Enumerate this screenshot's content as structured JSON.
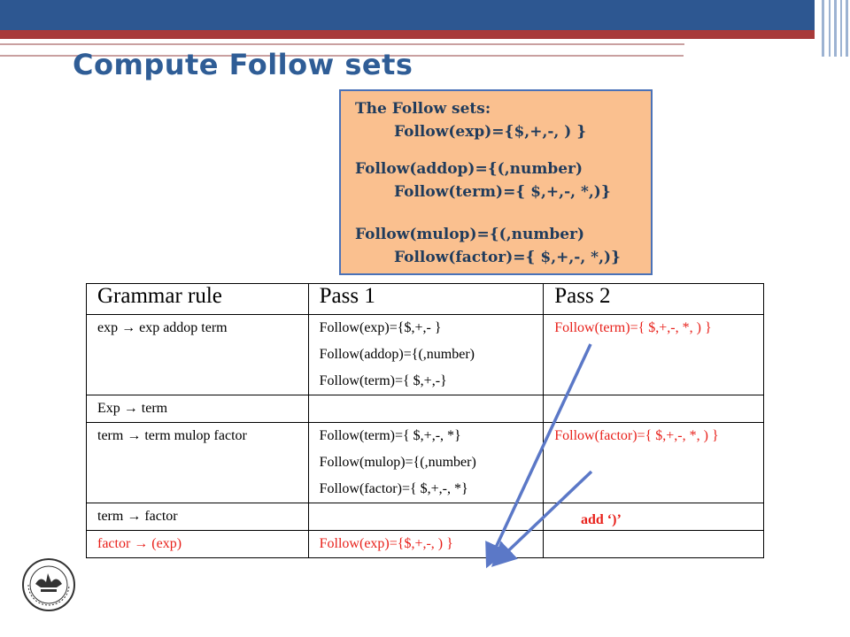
{
  "slide": {
    "title": "Compute Follow sets",
    "follow_box": {
      "heading": "The Follow sets:",
      "lines": [
        "Follow(exp)={$,+,-,  ) }",
        "Follow(addop)={(,number)",
        "Follow(term)={  $,+,-, *,)}",
        "Follow(mulop)={(,number)",
        "Follow(factor)={  $,+,-, *,)}"
      ]
    },
    "table": {
      "headers": [
        "Grammar rule",
        "Pass 1",
        "Pass 2"
      ],
      "rows": [
        {
          "rule": "exp  →   exp addop term",
          "pass1": [
            "Follow(exp)={$,+,- }",
            "Follow(addop)={(,number)",
            "Follow(term)={ $,+,-}"
          ],
          "pass2": [
            "Follow(term)={ $,+,-, *, ) }"
          ]
        },
        {
          "rule": "Exp  →   term",
          "pass1": [],
          "pass2": []
        },
        {
          "rule": "term  →   term mulop factor",
          "pass1": [
            "Follow(term)={ $,+,-, *}",
            "Follow(mulop)={(,number)",
            "Follow(factor)={ $,+,-, *}"
          ],
          "pass2": [
            "Follow(factor)={ $,+,-, *,  ) }"
          ]
        },
        {
          "rule": "term  → factor",
          "pass1": [],
          "pass2": []
        },
        {
          "rule": "factor  → (exp)",
          "pass1": [
            "Follow(exp)={$,+,-, ) }"
          ],
          "pass2": []
        }
      ]
    },
    "note": "add ‘)’",
    "colors": {
      "accent_blue": "#2d5791",
      "title_blue": "#2f5d96",
      "box_fill": "#fac08f",
      "highlight_red": "#e8201a",
      "arrow": "#5b78c7"
    },
    "logo_icon": "university-seal-icon"
  }
}
